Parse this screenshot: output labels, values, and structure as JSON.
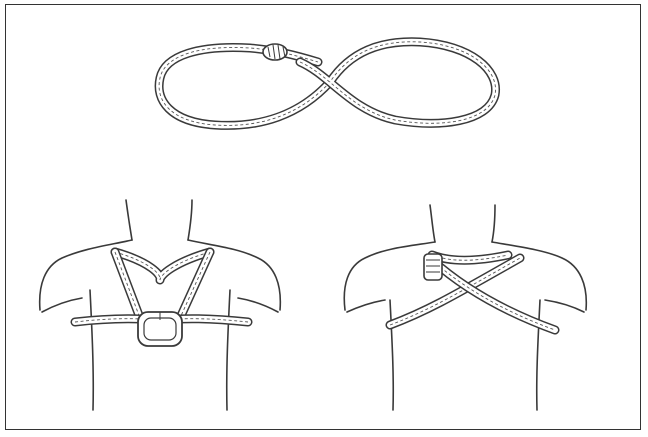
{
  "figure": {
    "panels": [
      {
        "id": "loop",
        "icon": "figure-eight-sling-icon"
      },
      {
        "id": "front",
        "icon": "chest-harness-carabiner-icon"
      },
      {
        "id": "back",
        "icon": "chest-harness-crossed-icon"
      }
    ],
    "colors": {
      "ink": "#3a3a3a",
      "frame": "#333333",
      "background": "#ffffff"
    }
  }
}
